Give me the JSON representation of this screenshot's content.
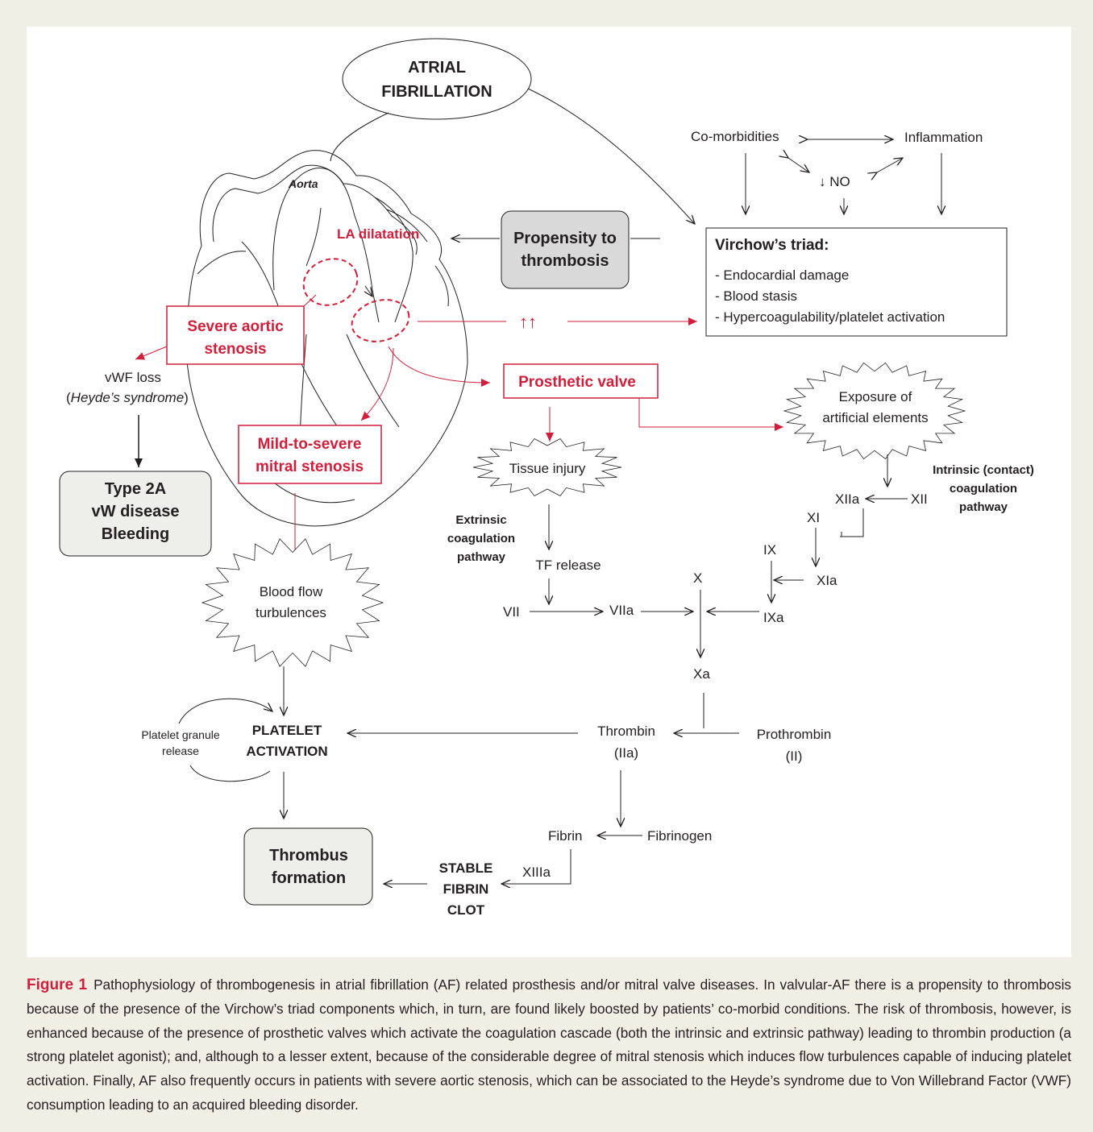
{
  "diagram": {
    "atrial_fibrillation": [
      "ATRIAL",
      "FIBRILLATION"
    ],
    "co_morbidities": "Co-morbidities",
    "inflammation": "Inflammation",
    "no": "↓ NO",
    "aorta": "Aorta",
    "la_dilatation": "LA dilatation",
    "propensity": [
      "Propensity to",
      "thrombosis"
    ],
    "virchow_title": "Virchow’s triad:",
    "virchow_items": [
      "- Endocardial damage",
      "- Blood stasis",
      "- Hypercoagulability/platelet activation"
    ],
    "up_arrows": "↑↑",
    "severe_aortic": [
      "Severe aortic",
      "stenosis"
    ],
    "vwf_loss": "vWF loss",
    "heyde_open": "(",
    "heyde": "Heyde’s syndrome",
    "heyde_close": ")",
    "type2a": [
      "Type 2A",
      "vW disease",
      "Bleeding"
    ],
    "mild_to_severe": [
      "Mild-to-severe",
      "mitral stenosis"
    ],
    "prosthetic_valve": "Prosthetic valve",
    "exposure": [
      "Exposure of",
      "artificial elements"
    ],
    "tissue_injury": "Tissue injury",
    "extrinsic": [
      "Extrinsic",
      "coagulation",
      "pathway"
    ],
    "intrinsic": [
      "Intrinsic (contact)",
      "coagulation",
      "pathway"
    ],
    "tf_release": "TF release",
    "vii": "VII",
    "viia": "VIIa",
    "x": "X",
    "xa": "Xa",
    "xii": "XII",
    "xiia": "XIIa",
    "xi": "XI",
    "xia": "XIa",
    "ix": "IX",
    "ixa": "IXa",
    "blood_flow": [
      "Blood flow",
      "turbulences"
    ],
    "thrombin": [
      "Thrombin",
      "(IIa)"
    ],
    "prothrombin": [
      "Prothrombin",
      "(II)"
    ],
    "platelet_activation": [
      "PLATELET",
      "ACTIVATION"
    ],
    "platelet_granule": [
      "Platelet granule",
      "release"
    ],
    "fibrin": "Fibrin",
    "fibrinogen": "Fibrinogen",
    "xiiia": "XIIIa",
    "stable_clot": [
      "STABLE",
      "FIBRIN",
      "CLOT"
    ],
    "thrombus": [
      "Thrombus",
      "formation"
    ]
  },
  "colors": {
    "accent_red": "#d11f3b",
    "text": "#231f20",
    "box_fill": "#d9d9d9",
    "pale_box_fill": "#eeeeeb",
    "background": "#f0efe6"
  },
  "caption": {
    "label": "Figure 1",
    "text": "Pathophysiology of thrombogenesis in atrial fibrillation (AF) related prosthesis and/or mitral valve diseases. In valvular-AF there is a propensity to thrombosis because of the presence of the Virchow’s triad components which, in turn, are found likely boosted by patients’ co-morbid conditions. The risk of thrombosis, however, is enhanced because of the presence of prosthetic valves which activate the coagulation cascade (both the intrinsic and extrinsic pathway) leading to thrombin production (a strong platelet agonist); and, although to a lesser extent, because of the considerable degree of mitral stenosis which induces flow turbulences capable of inducing platelet activation. Finally, AF also frequently occurs in patients with severe aortic stenosis, which can be associated to the Heyde’s syndrome due to Von Willebrand Factor (VWF) consumption leading to an acquired bleeding disorder."
  }
}
